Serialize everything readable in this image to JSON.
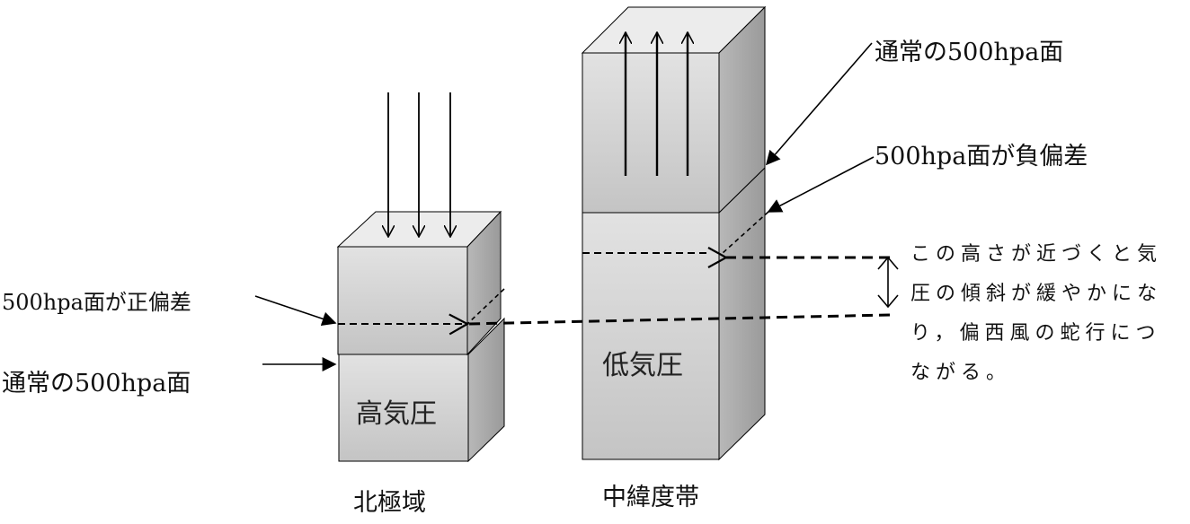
{
  "labels": {
    "usual_500_mid": "通常の500hpa面",
    "neg_anomaly": "500hpa面が負偏差",
    "pos_anomaly": "500hpa面が正偏差",
    "usual_500_polar": "通常の500hpa面",
    "high_pressure": "高気圧",
    "low_pressure": "低気圧",
    "polar_region": "北極域",
    "mid_latitude": "中緯度帯"
  },
  "note": [
    "この高さが近づくと気",
    "圧の傾斜が緩やかにな",
    "り，偏西風の蛇行につ",
    "ながる。"
  ]
}
